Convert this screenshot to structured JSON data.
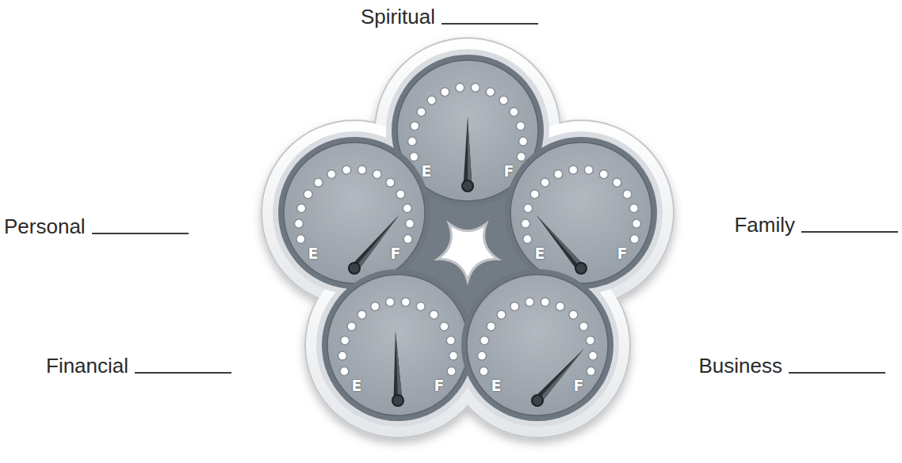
{
  "diagram": {
    "nodes": [
      {
        "text": [
          "E",
          "F"
        ]
      },
      {
        "text": [
          "E",
          "F"
        ]
      },
      {
        "text": [
          "E",
          "F"
        ]
      },
      {
        "text": [
          "E",
          "F"
        ]
      },
      {
        "text": [
          "E",
          "F"
        ]
      }
    ],
    "labels": [
      "Spiritual",
      "Personal",
      "Family",
      "Financial",
      "Business"
    ]
  }
}
